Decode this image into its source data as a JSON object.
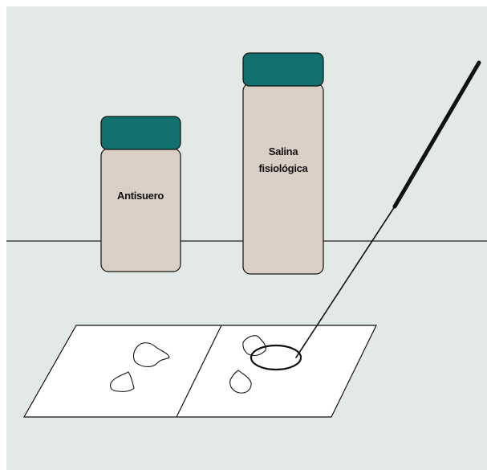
{
  "bottles": {
    "antiserum": {
      "label": "Antisuero",
      "cap_color": "#12706f",
      "body_color": "#d9cfc5"
    },
    "saline": {
      "label_line1": "Salina",
      "label_line2": "fisiológica",
      "cap_color": "#12706f",
      "body_color": "#d9cfc5"
    }
  },
  "colors": {
    "background": "#e3e9e7",
    "stroke": "#111111",
    "slide": "#ffffff"
  },
  "slide": {
    "sections": 2,
    "left_section_particles": 2,
    "right_section_particles": 2
  },
  "tool": {
    "name": "inoculating-loop"
  }
}
